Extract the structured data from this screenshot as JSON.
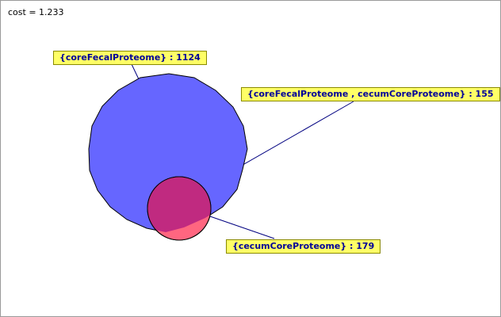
{
  "cost_text": "cost = 1.233",
  "sets": [
    {
      "label": "{coreFecalProteome} : 1124",
      "color": "#6666ff"
    },
    {
      "label": "{cecumCoreProteome} : 179",
      "color": "#ff6680"
    }
  ],
  "intersection": {
    "label": "{coreFecalProteome , cecumCoreProteome} : 155",
    "color": "#c02a80"
  },
  "leader_line_color": "#000080"
}
